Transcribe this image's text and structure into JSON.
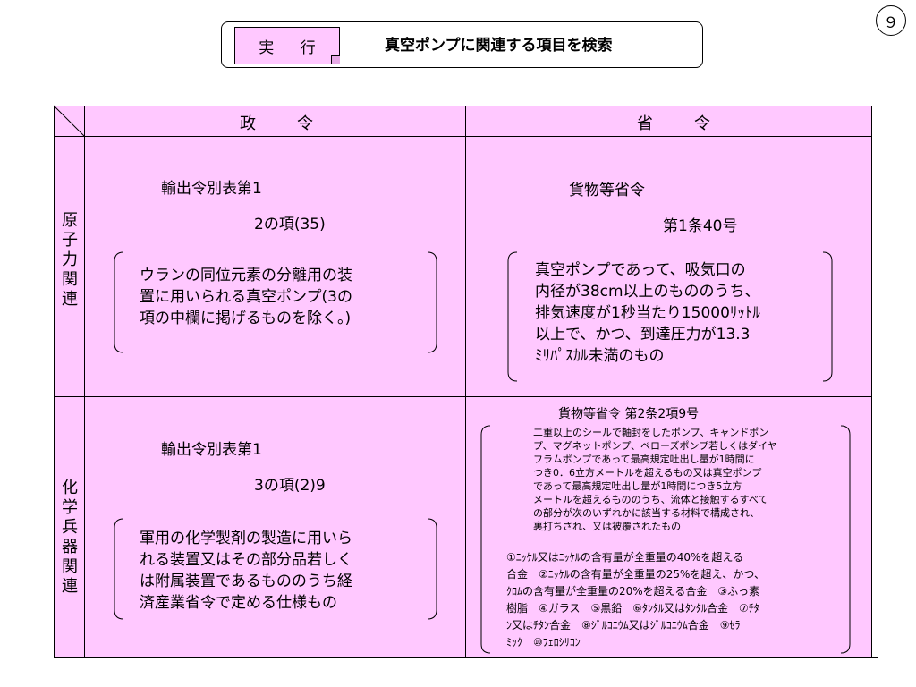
{
  "page_number": "９",
  "header": {
    "execute_label": "実 行",
    "title": "真空ポンプに関連する項目を検索"
  },
  "table": {
    "columns": [
      "政　令",
      "省　令"
    ],
    "rows": [
      {
        "label": [
          "原",
          "子",
          "力",
          "関",
          "連"
        ],
        "left": {
          "ref1": "輸出令別表第1",
          "ref2": "2の項(35)",
          "desc": [
            "ウランの同位元素の分離用の装",
            "置に用いられる真空ポンプ(3の",
            "項の中欄に掲げるものを除く。)"
          ]
        },
        "right": {
          "ref1": "貨物等省令",
          "ref2": "第1条40号",
          "desc": [
            "真空ポンプであって、吸気口の",
            "内径が38cm以上のもののうち、",
            "排気速度が1秒当たり15000ﾘｯﾄﾙ",
            "以上で、かつ、到達圧力が13.3",
            "ﾐﾘﾊﾟｽｶﾙ未満のもの"
          ]
        }
      },
      {
        "label": [
          "化",
          "学",
          "兵",
          "器",
          "関",
          "連"
        ],
        "left": {
          "ref1": "輸出令別表第1",
          "ref2": "3の項(2)9",
          "desc": [
            "軍用の化学製剤の製造に用いら",
            "れる装置又はその部分品若しく",
            "は附属装置であるもののうち経",
            "済産業省令で定める仕様もの"
          ]
        },
        "right": {
          "ref1": "貨物等省令 第2条2項9号",
          "desc_small": [
            "二重以上のシールで軸封をしたポンプ、キャンドポン",
            "プ、マグネットポンプ、ベローズポンプ若しくはダイヤ",
            "フラムポンプであって最高規定吐出し量が1時間に",
            "つき0．6立方メートルを超えるもの又は真空ポンプ",
            "であって最高規定吐出し量が1時間につき5立方",
            "メートルを超えるもののうち、流体と接触するすべて",
            "の部分が次のいずれかに該当する材料で構成され、",
            "裏打ちされ、又は被覆されたもの"
          ],
          "desc_mid": [
            "①ﾆｯｹﾙ又はﾆｯｹﾙの含有量が全重量の40%を超える",
            "合金　②ﾆｯｹﾙの含有量が全重量の25%を超え、かつ、",
            "ｸﾛﾑの含有量が全重量の20%を超える合金　③ふっ素",
            "樹脂　④ガラス　⑤黒鉛　⑥ﾀﾝﾀﾙ又はﾀﾝﾀﾙ合金　⑦ﾁﾀ",
            "ﾝ又はﾁﾀﾝ合金　⑧ｼﾞﾙｺﾆｳﾑ又はｼﾞﾙｺﾆｳﾑ合金　⑨ｾﾗ",
            "ﾐｯｸ　⑩ﾌｪﾛｼﾘｺﾝ"
          ]
        }
      }
    ]
  }
}
